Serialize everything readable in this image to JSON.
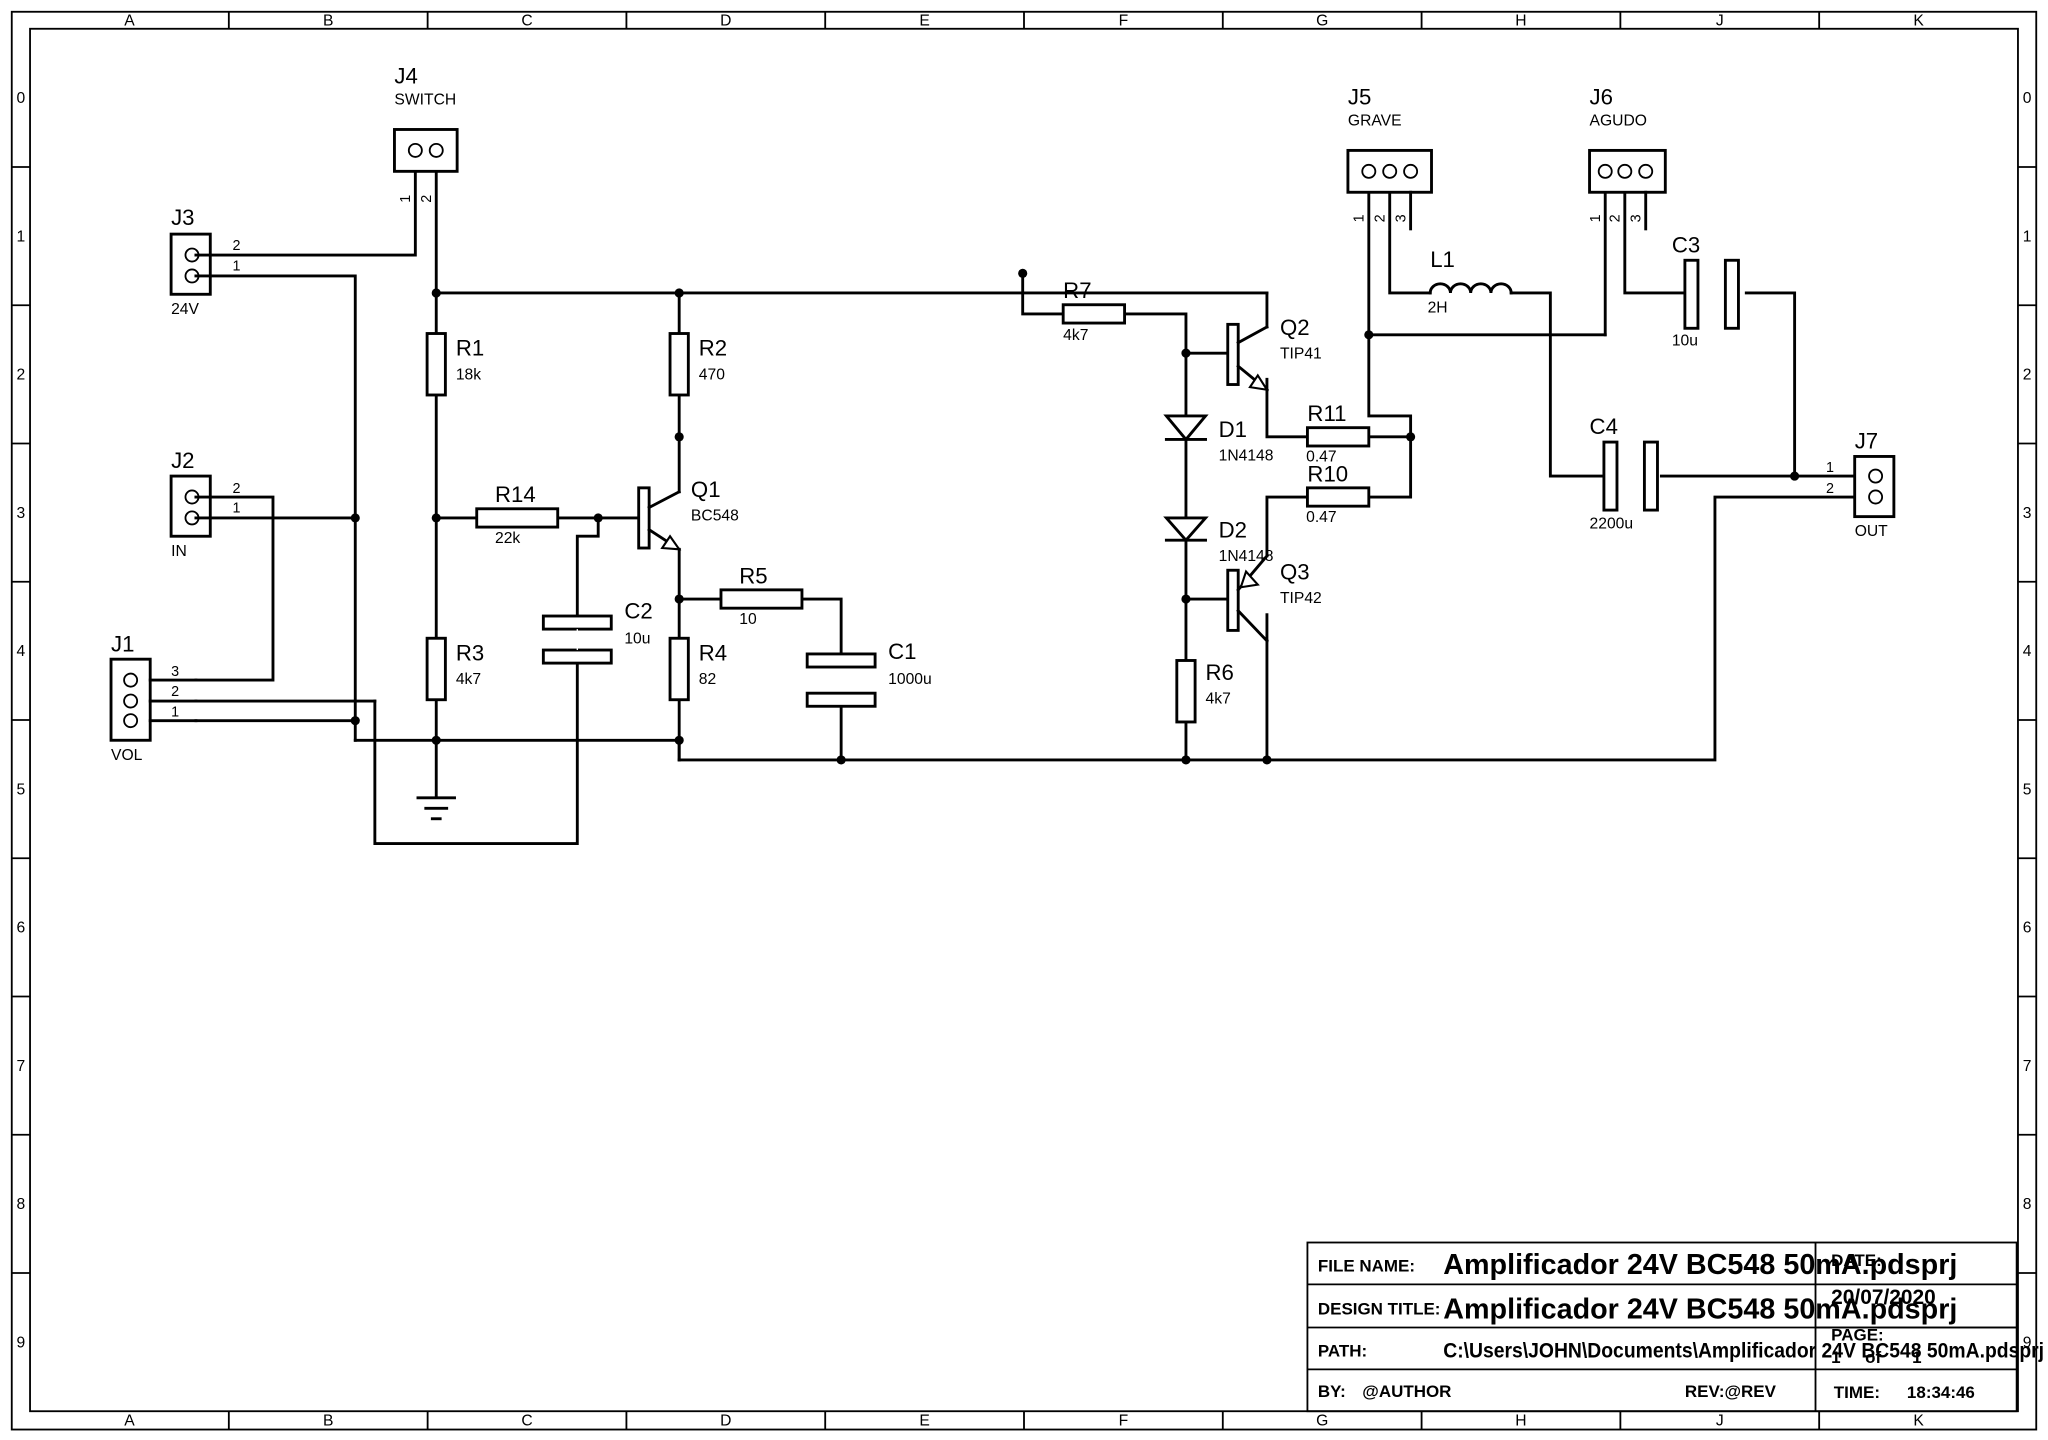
{
  "sheet": {
    "columns": [
      "A",
      "B",
      "C",
      "D",
      "E",
      "F",
      "G",
      "H",
      "J",
      "K"
    ],
    "rows": [
      "0",
      "1",
      "2",
      "3",
      "4",
      "5",
      "6",
      "7",
      "8",
      "9"
    ]
  },
  "components": {
    "J1": {
      "ref": "J1",
      "value": "VOL",
      "pins": [
        "3",
        "2",
        "1"
      ]
    },
    "J2": {
      "ref": "J2",
      "value": "IN",
      "pins": [
        "2",
        "1"
      ]
    },
    "J3": {
      "ref": "J3",
      "value": "24V",
      "pins": [
        "2",
        "1"
      ]
    },
    "J4": {
      "ref": "J4",
      "value": "SWITCH",
      "pins": [
        "1",
        "2"
      ]
    },
    "J5": {
      "ref": "J5",
      "value": "GRAVE",
      "pins": [
        "1",
        "2",
        "3"
      ]
    },
    "J6": {
      "ref": "J6",
      "value": "AGUDO",
      "pins": [
        "1",
        "2",
        "3"
      ]
    },
    "J7": {
      "ref": "J7",
      "value": "OUT",
      "pins": [
        "1",
        "2"
      ]
    },
    "R1": {
      "ref": "R1",
      "value": "18k"
    },
    "R2": {
      "ref": "R2",
      "value": "470"
    },
    "R3": {
      "ref": "R3",
      "value": "4k7"
    },
    "R4": {
      "ref": "R4",
      "value": "82"
    },
    "R5": {
      "ref": "R5",
      "value": "10"
    },
    "R6": {
      "ref": "R6",
      "value": "4k7"
    },
    "R7": {
      "ref": "R7",
      "value": "4k7"
    },
    "R10": {
      "ref": "R10",
      "value": "0.47"
    },
    "R11": {
      "ref": "R11",
      "value": "0.47"
    },
    "R14": {
      "ref": "R14",
      "value": "22k"
    },
    "C1": {
      "ref": "C1",
      "value": "1000u"
    },
    "C2": {
      "ref": "C2",
      "value": "10u"
    },
    "C3": {
      "ref": "C3",
      "value": "10u"
    },
    "C4": {
      "ref": "C4",
      "value": "2200u"
    },
    "L1": {
      "ref": "L1",
      "value": "2H"
    },
    "D1": {
      "ref": "D1",
      "value": "1N4148"
    },
    "D2": {
      "ref": "D2",
      "value": "1N4148"
    },
    "Q1": {
      "ref": "Q1",
      "value": "BC548"
    },
    "Q2": {
      "ref": "Q2",
      "value": "TIP41"
    },
    "Q3": {
      "ref": "Q3",
      "value": "TIP42"
    }
  },
  "title_block": {
    "file_name_label": "FILE NAME:",
    "file_name": "Amplificador 24V BC548 50mA.pdsprj",
    "date_label": "DATE:",
    "date": "20/07/2020",
    "design_title_label": "DESIGN TITLE:",
    "design_title": "Amplificador 24V BC548 50mA.pdsprj",
    "page_label": "PAGE:",
    "page_current": "1",
    "page_of": "of",
    "page_total": "1",
    "path_label": "PATH:",
    "path": "C:\\Users\\JOHN\\Documents\\Amplificador 24V BC548 50mA.pdsprj",
    "by_label": "BY:",
    "author": "@AUTHOR",
    "rev": "REV:@REV",
    "time_label": "TIME:",
    "time": "18:34:46"
  }
}
